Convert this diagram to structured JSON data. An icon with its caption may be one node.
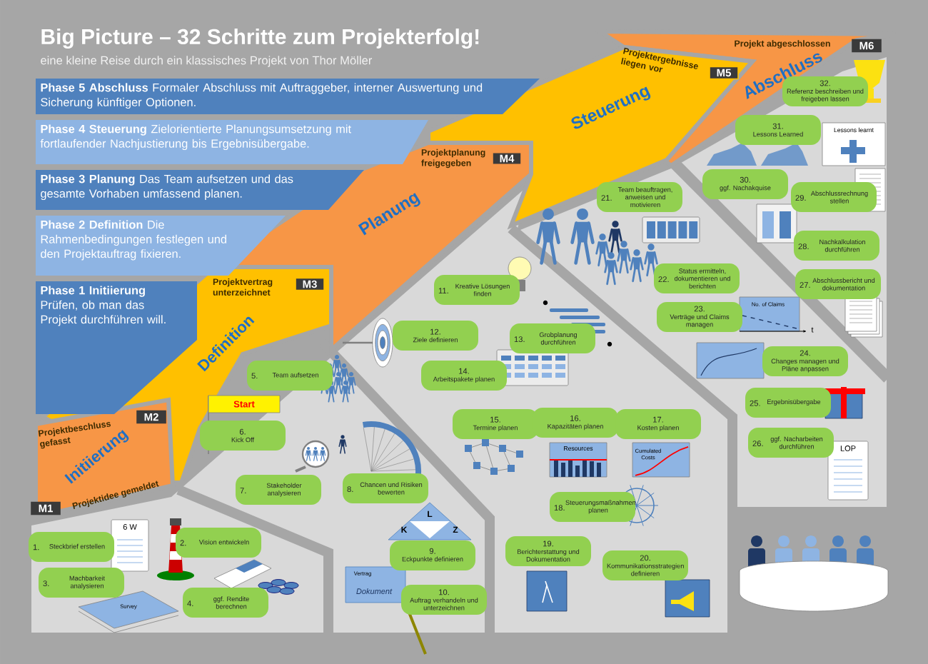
{
  "diagram": {
    "title": "Big Picture – 32 Schritte zum Projekterfolg!",
    "nodes": [
      {
        "text": [
          "**Phase 5 Abschluss** Formaler Abschluss mit Auftraggeber, interner Auswertung und Sicherung künftiger Optionen."
        ]
      },
      {
        "text": [
          "**Phase 4 Steuerung** Zielorientierte Planungsumsetzung mit fortlaufender Nachjustierung bis Ergebnisübergabe."
        ]
      },
      {
        "text": [
          "**Phase 3 Planung** Das Team aufsetzen und das gesamte Vorhaben umfassend planen."
        ]
      },
      {
        "text": [
          "**Phase 2 Definition** Die Rahmenbedingungen festlegen und den Projektauftrag fixieren."
        ]
      },
      {
        "text": [
          "**Phase 1 Initiierung** Prüfen, ob man das Projekt durchführen will."
        ]
      },
      {
        "text": [
          "Abschluss"
        ]
      },
      {
        "text": [
          "Steuerung"
        ]
      },
      {
        "text": [
          "Planung"
        ]
      },
      {
        "text": [
          "Definition"
        ]
      },
      {
        "text": [
          "Initiierung"
        ]
      },
      {
        "text": [
          "M6"
        ]
      },
      {
        "text": [
          "M5"
        ],
        "in": 6
      },
      {
        "text": [
          "M4"
        ],
        "in": 7
      },
      {
        "text": [
          "M3"
        ],
        "in": 8
      },
      {
        "text": [
          "M2"
        ]
      },
      {
        "text": [
          "M1"
        ]
      },
      {
        "text": [
          "1.",
          "Steckbrief erstellen"
        ]
      },
      {
        "text": [
          "2.",
          "Vision entwickeln"
        ]
      },
      {
        "text": [
          "3.",
          "Machbarkeit analysieren"
        ]
      },
      {
        "text": [
          "4.",
          "ggf. Rendite berechnen"
        ]
      },
      {
        "text": [
          "5.",
          "Team aufsetzen"
        ]
      },
      {
        "text": [
          "6.",
          "Kick Off"
        ]
      },
      {
        "text": [
          "7.",
          "Stakeholder analysieren"
        ]
      },
      {
        "text": [
          "8.",
          "Chancen und Risiken bewerten"
        ]
      },
      {
        "text": [
          "9.",
          "Eckpunkte definieren"
        ]
      },
      {
        "text": [
          "10.",
          "Auftrag verhandeln und unterzeichnen"
        ]
      },
      {
        "text": [
          "11.",
          "Kreative Lösungen finden"
        ]
      },
      {
        "text": [
          "12.",
          "Ziele definieren"
        ]
      },
      {
        "text": [
          "13.",
          "Grobplanung durchführen"
        ]
      },
      {
        "text": [
          "14.",
          "Arbeitspakete planen"
        ]
      },
      {
        "text": [
          "15.",
          "Termine planen"
        ]
      },
      {
        "text": [
          "16.",
          "Kapazitäten planen"
        ]
      },
      {
        "text": [
          "17.",
          "Kosten planen"
        ]
      },
      {
        "text": [
          "18.",
          "Steuerungsmaßnahmen planen"
        ]
      },
      {
        "text": [
          "19.",
          "Berichterstattung und Dokumentation"
        ]
      },
      {
        "text": [
          "20.",
          "Kommunikationsstrategien definieren"
        ]
      },
      {
        "text": [
          "21.",
          "Team beauftragen, anweisen und motivieren"
        ]
      },
      {
        "text": [
          "22.",
          "Status ermitteln, dokumentieren und berichten"
        ]
      },
      {
        "text": [
          "23.",
          "Verträge und Claims managen"
        ]
      },
      {
        "text": [
          "24.",
          "Changes managen und Pläne anpassen"
        ]
      },
      {
        "text": [
          "25.",
          "Ergebnisübergabe"
        ]
      },
      {
        "text": [
          "26.",
          "ggf. Nacharbeiten durchführen"
        ]
      },
      {
        "text": [
          "27.",
          "Abschlussbericht und dokumentation"
        ]
      },
      {
        "text": [
          "28.",
          "Nachkalkulation durchführen"
        ]
      },
      {
        "text": [
          "29.",
          "Abschlussrechnung stellen"
        ]
      },
      {
        "text": [
          "30.",
          "ggf. Nachakquise"
        ]
      },
      {
        "text": [
          "31.",
          "Lessons Learned"
        ]
      },
      {
        "text": [
          "32.",
          "Referenz beschreiben und freigeben lassen"
        ]
      }
    ],
    "labels": [
      "eine kleine Reise durch ein klassisches Projekt von Thor Möller",
      "Projekt abgeschlossen",
      "Projektergebnisse liegen vor",
      "Lessons learnt",
      "Projektplanung freigegeben",
      "Projektvertrag unterzeichnet",
      "No. of Claims",
      "t",
      "Start",
      "Projektbeschluss gefasst",
      "Resources",
      "Cumulated Costs",
      "LOP",
      "Projektidee gemeldet",
      "L",
      "6 W",
      "K",
      "Z",
      "Vertrag",
      "Dokument",
      "Survey"
    ]
  }
}
